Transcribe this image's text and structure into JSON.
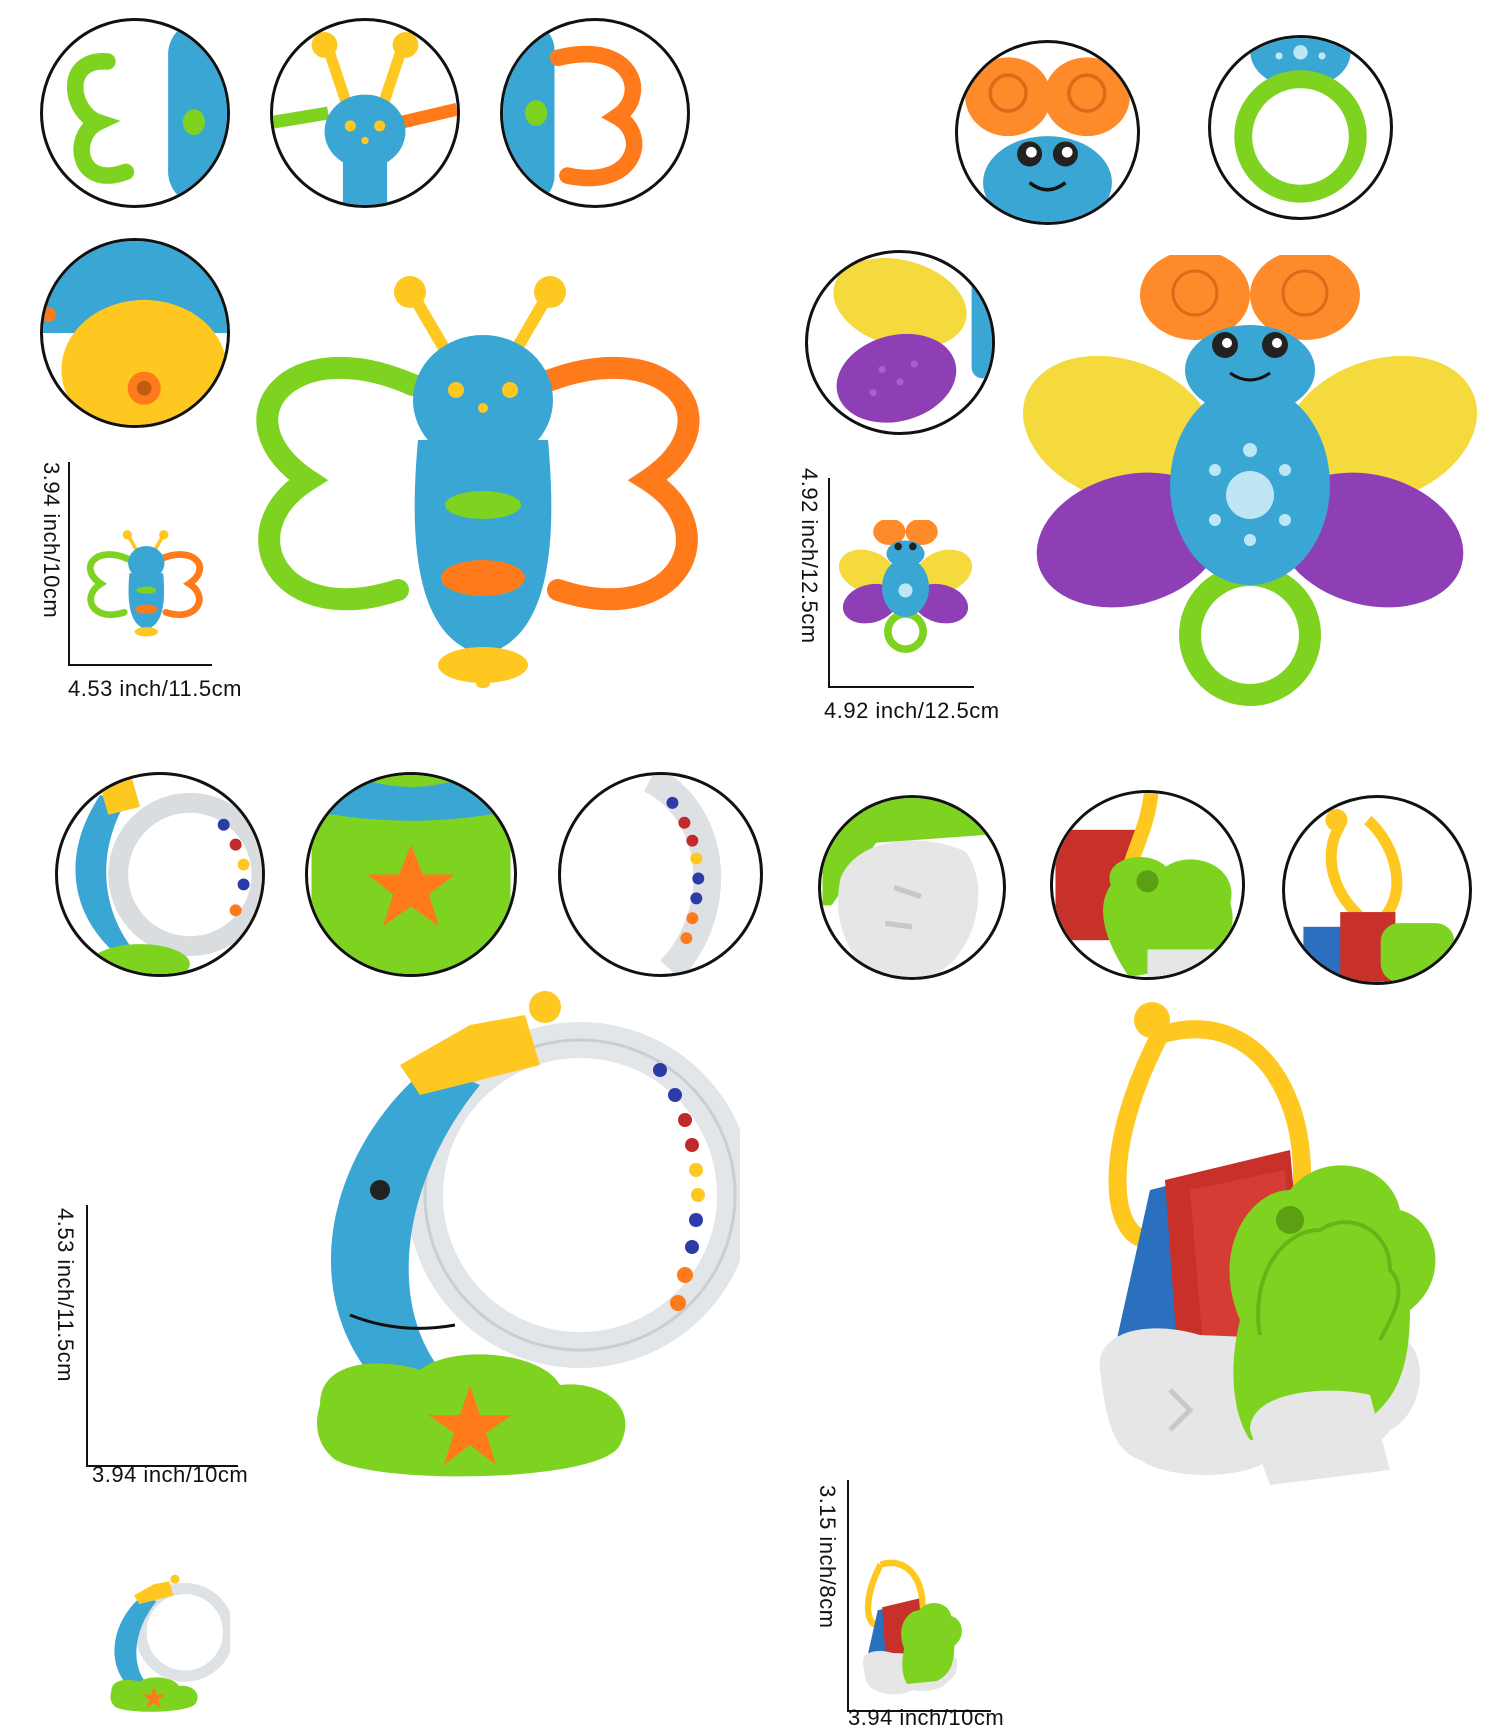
{
  "products": [
    {
      "id": "butterfly-rattle",
      "width_label": "4.53 inch/11.5cm",
      "height_label": "3.94 inch/10cm",
      "detail_icons": [
        "green-wing-detail",
        "head-antenna-detail",
        "orange-wing-detail",
        "bottom-base-detail"
      ]
    },
    {
      "id": "dragonfly-teether",
      "width_label": "4.92 inch/12.5cm",
      "height_label": "4.92 inch/12.5cm",
      "detail_icons": [
        "face-detail",
        "ring-detail",
        "wings-detail"
      ]
    },
    {
      "id": "moon-rattle",
      "width_label": "3.94 inch/10cm",
      "height_label": "4.53 inch/11.5cm",
      "detail_icons": [
        "moon-ring-detail",
        "star-detail",
        "beads-detail"
      ]
    },
    {
      "id": "key-rattle",
      "width_label": "3.94 inch/10cm",
      "height_label": "3.15 inch/8cm",
      "detail_icons": [
        "white-key-detail",
        "green-key-detail",
        "loop-detail"
      ]
    }
  ],
  "colors": {
    "blue": "#3aa6d4",
    "green": "#7ed321",
    "orange": "#ff7a1a",
    "yellow": "#ffc820",
    "purple": "#8e3fb5",
    "red": "#d43a2f",
    "white": "#e8e8e8"
  }
}
